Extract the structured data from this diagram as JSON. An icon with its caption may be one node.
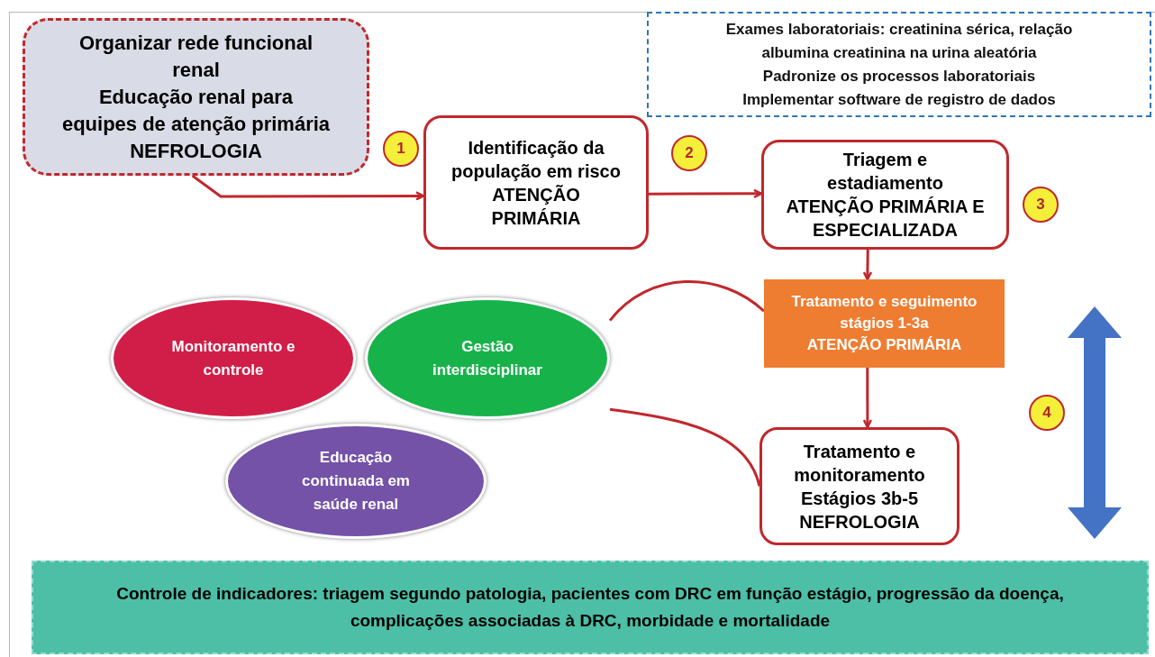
{
  "diagram": {
    "nodes": [
      {
        "text": [
          "Organizar rede funcional renal",
          "Educação renal para equipes de atenção primária",
          "NEFROLOGIA"
        ]
      },
      {
        "text": [
          "1"
        ]
      },
      {
        "text": [
          "Identificação da população em risco",
          "ATENÇÃO PRIMÁRIA"
        ]
      },
      {
        "text": [
          "2"
        ]
      },
      {
        "text": [
          "Exames laboratoriais: creatinina sérica, relação albumina creatinina na urina aleatória",
          "Padronize os processos laboratoriais",
          "Implementar software de registro de dados"
        ]
      },
      {
        "text": [
          "Triagem e estadiamento",
          "ATENÇÃO PRIMÁRIA E ESPECIALIZADA"
        ]
      },
      {
        "text": [
          "3"
        ]
      },
      {
        "text": [
          "Tratamento e seguimento stágios 1-3a",
          "ATENÇÃO PRIMÁRIA"
        ]
      },
      {
        "text": [
          "Monitoramento e controle"
        ]
      },
      {
        "text": [
          "Gestão interdisciplinar"
        ]
      },
      {
        "text": [
          "Educação continuada em saúde renal"
        ]
      },
      {
        "text": [
          "4"
        ]
      },
      {
        "text": [
          "Tratamento e monitoramento",
          "Estágios 3b-5",
          "NEFROLOGIA"
        ]
      },
      {
        "text": [
          "Controle de indicadores: triagem segundo patologia, pacientes com DRC  em função estágio, progressão da doença, complicações associadas à DRC, morbidade e mortalidade"
        ]
      }
    ],
    "edges": [
      {
        "from": 0,
        "to": 2,
        "arrow": "to"
      },
      {
        "from": 2,
        "to": 5,
        "arrow": "to"
      },
      {
        "from": 5,
        "to": 7,
        "arrow": "to"
      },
      {
        "from": 7,
        "to": 12,
        "arrow": "to"
      },
      {
        "from": 9,
        "to": 7,
        "arrow": "none"
      },
      {
        "from": 9,
        "to": 12,
        "arrow": "none"
      }
    ]
  }
}
